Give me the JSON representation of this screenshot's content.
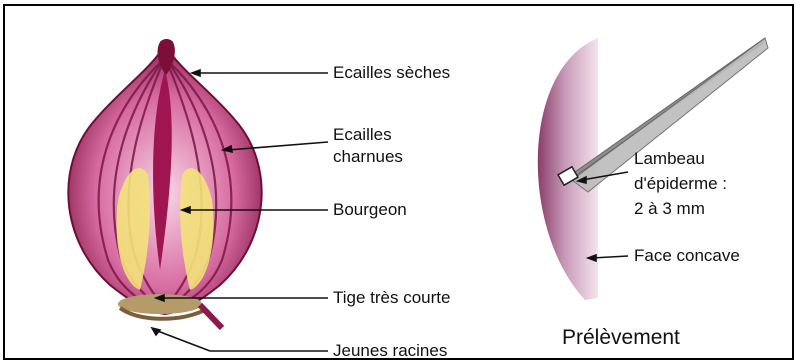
{
  "labels": {
    "ecailles_seches": "Ecailles sèches",
    "ecailles_charnues_1": "Ecailles",
    "ecailles_charnues_2": "charnues",
    "bourgeon": "Bourgeon",
    "tige": "Tige très courte",
    "racines": "Jeunes racines",
    "lambeau_1": "Lambeau",
    "lambeau_2": "d'épiderme :",
    "lambeau_3": "2 à 3 mm",
    "face": "Face concave"
  },
  "caption": "Prélèvement",
  "colors": {
    "onion_outer": "#8b1a4d",
    "onion_scale": "#c23a78",
    "onion_inner": "#f2c9dc",
    "bud": "#f3e27a",
    "scale_slice": "#b05a86",
    "tweezers": "#9c9c9c"
  }
}
